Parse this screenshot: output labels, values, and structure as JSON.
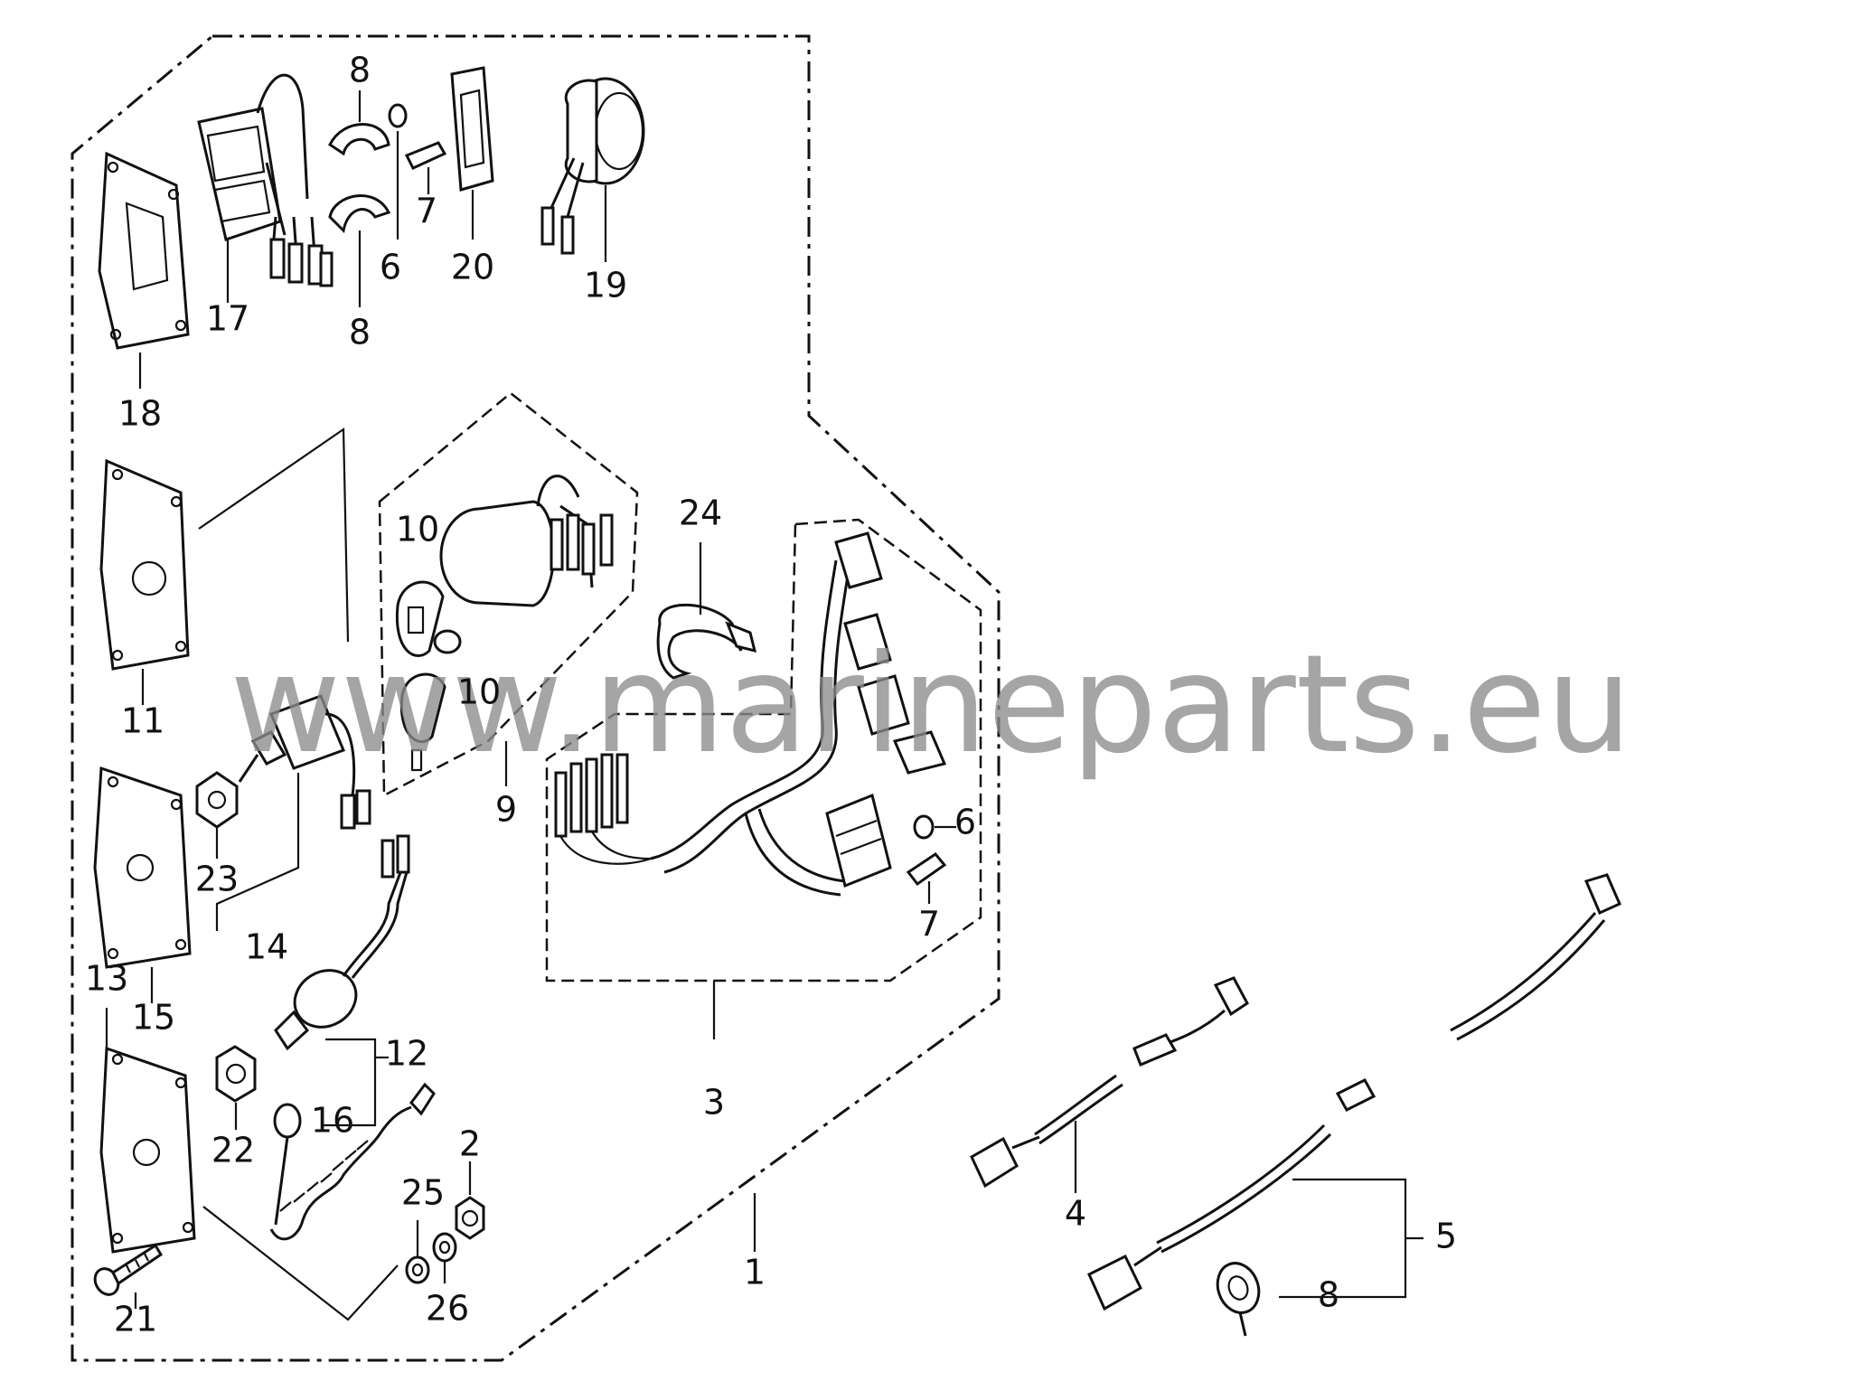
{
  "watermark": "www.marineparts.eu",
  "colors": {
    "line": "#111111",
    "background": "#ffffff",
    "watermark": "#8c8c8c"
  },
  "callouts": {
    "c1": "1",
    "c2": "2",
    "c3": "3",
    "c4": "4",
    "c5": "5",
    "c6a": "6",
    "c6b": "6",
    "c7a": "7",
    "c7b": "7",
    "c8a": "8",
    "c8b": "8",
    "c8c": "8",
    "c9": "9",
    "c10a": "10",
    "c10b": "10",
    "c11": "11",
    "c12": "12",
    "c13": "13",
    "c14": "14",
    "c15": "15",
    "c16": "16",
    "c17": "17",
    "c18": "18",
    "c19": "19",
    "c20": "20",
    "c21": "21",
    "c22": "22",
    "c23": "23",
    "c24": "24",
    "c25": "25",
    "c26": "26"
  }
}
